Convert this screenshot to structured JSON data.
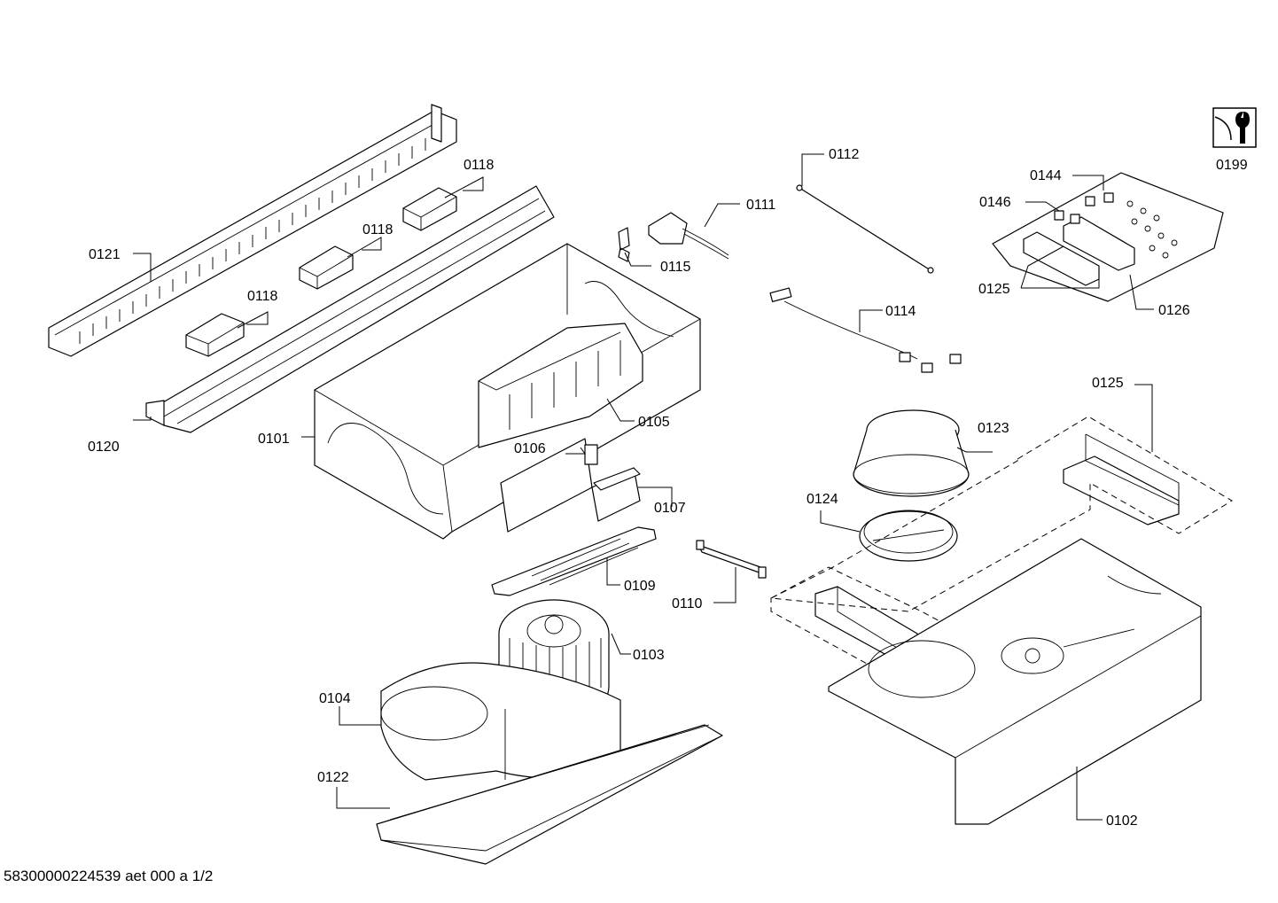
{
  "parts": {
    "p0101": "0101",
    "p0102": "0102",
    "p0103": "0103",
    "p0104": "0104",
    "p0105": "0105",
    "p0106": "0106",
    "p0107": "0107",
    "p0109": "0109",
    "p0110": "0110",
    "p0111": "0111",
    "p0112": "0112",
    "p0114": "0114",
    "p0115": "0115",
    "p0118": "0118",
    "p0120": "0120",
    "p0121": "0121",
    "p0122": "0122",
    "p0123": "0123",
    "p0124": "0124",
    "p0125": "0125",
    "p0126": "0126",
    "p0144": "0144",
    "p0146": "0146",
    "p0199": "0199"
  },
  "footer": {
    "document_id": "58300000224539 aet 000 a  1/2"
  },
  "icons": {
    "service_symbol": "wrench-service-icon"
  }
}
